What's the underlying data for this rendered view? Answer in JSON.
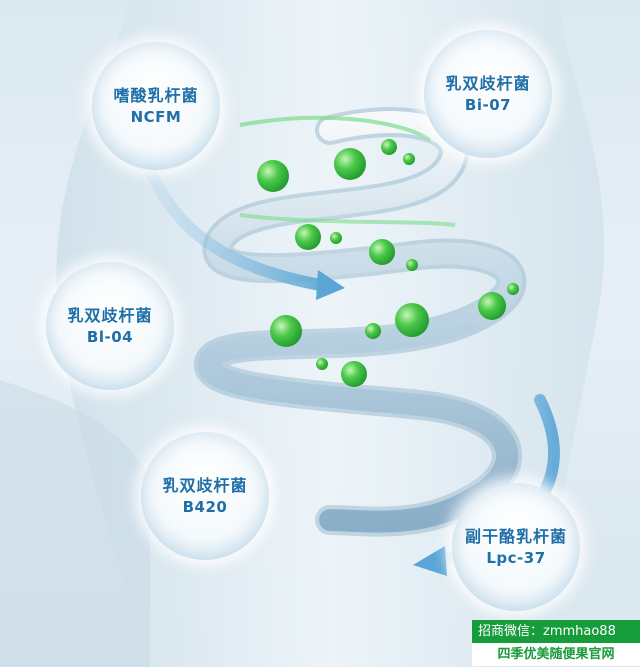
{
  "bubbles": [
    {
      "name": "嗜酸乳杆菌",
      "code": "NCFM"
    },
    {
      "name": "乳双歧杆菌",
      "code": "Bi-07"
    },
    {
      "name": "乳双歧杆菌",
      "code": "Bl-04"
    },
    {
      "name": "乳双歧杆菌",
      "code": "B420"
    },
    {
      "name": "副干酪乳杆菌",
      "code": "Lpc-37"
    }
  ],
  "footer": {
    "line1": "招商微信：zmmhao88",
    "line2": "四季优美随便果官网"
  },
  "colors": {
    "label_text": "#1f6fa8",
    "probiotic_green": "#3bbf3b",
    "footer_green": "#169c3a"
  }
}
